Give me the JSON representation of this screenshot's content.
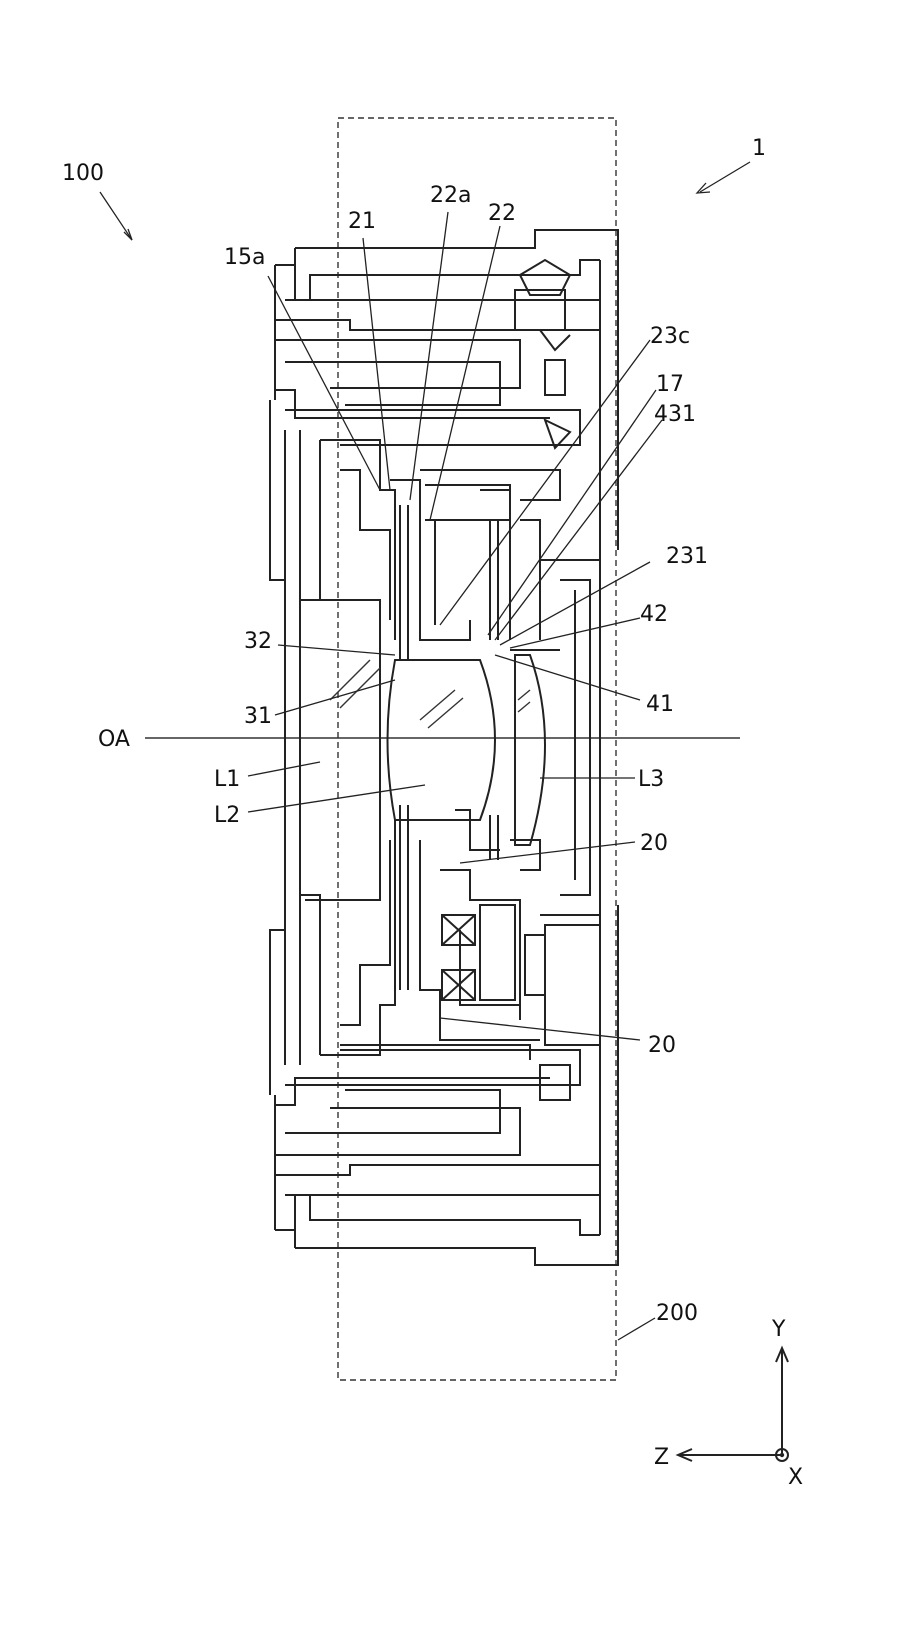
{
  "figure": {
    "labels": {
      "device": "100",
      "unit": "1",
      "housing": "200",
      "optical_axis": "OA",
      "ref_21": "21",
      "ref_22a": "22a",
      "ref_22": "22",
      "ref_15a": "15a",
      "ref_23c": "23c",
      "ref_17": "17",
      "ref_431": "431",
      "ref_231": "231",
      "ref_42": "42",
      "ref_32": "32",
      "ref_41": "41",
      "ref_31": "31",
      "lens_l1": "L1",
      "lens_l2": "L2",
      "lens_l3": "L3",
      "ref_20_upper": "20",
      "ref_20_lower": "20"
    },
    "axes": {
      "y": "Y",
      "z": "Z",
      "x": "X"
    }
  }
}
